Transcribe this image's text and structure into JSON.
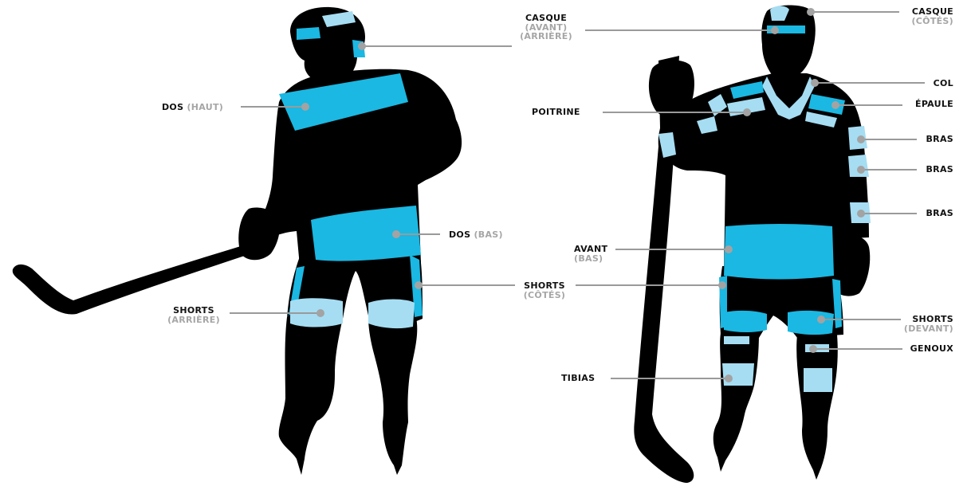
{
  "colors": {
    "silhouette": "#000000",
    "zone_primary": "#1ab8e2",
    "zone_light": "#a6ddf2",
    "leader_line": "#9a9a9a",
    "dot": "#a3a3a3",
    "label_main": "#111111",
    "label_sub": "#a6a6a6"
  },
  "back_player": {
    "labels": {
      "dos_haut_main": "DOS",
      "dos_haut_sub": "(HAUT)",
      "dos_bas_main": "DOS",
      "dos_bas_sub": "(BAS)",
      "shorts_arriere_main": "SHORTS",
      "shorts_arriere_sub": "(ARRIÈRE)",
      "shorts_cotes_main": "SHORTS",
      "shorts_cotes_sub": "(CÔTÉS)"
    }
  },
  "front_player": {
    "labels": {
      "casque_front_main": "CASQUE",
      "casque_front_sub1": "(AVANT)",
      "casque_front_sub2": "(ARRIÈRE)",
      "casque_right_main": "CASQUE",
      "casque_right_sub": "(CÔTÉS)",
      "col": "COL",
      "poitrine": "POITRINE",
      "epaule": "ÉPAULE",
      "bras_1": "BRAS",
      "bras_2": "BRAS",
      "bras_3": "BRAS",
      "avant_main": "AVANT",
      "avant_sub": "(BAS)",
      "shorts_devant_main": "SHORTS",
      "shorts_devant_sub": "(DEVANT)",
      "genoux": "GENOUX",
      "tibias": "TIBIAS"
    }
  }
}
